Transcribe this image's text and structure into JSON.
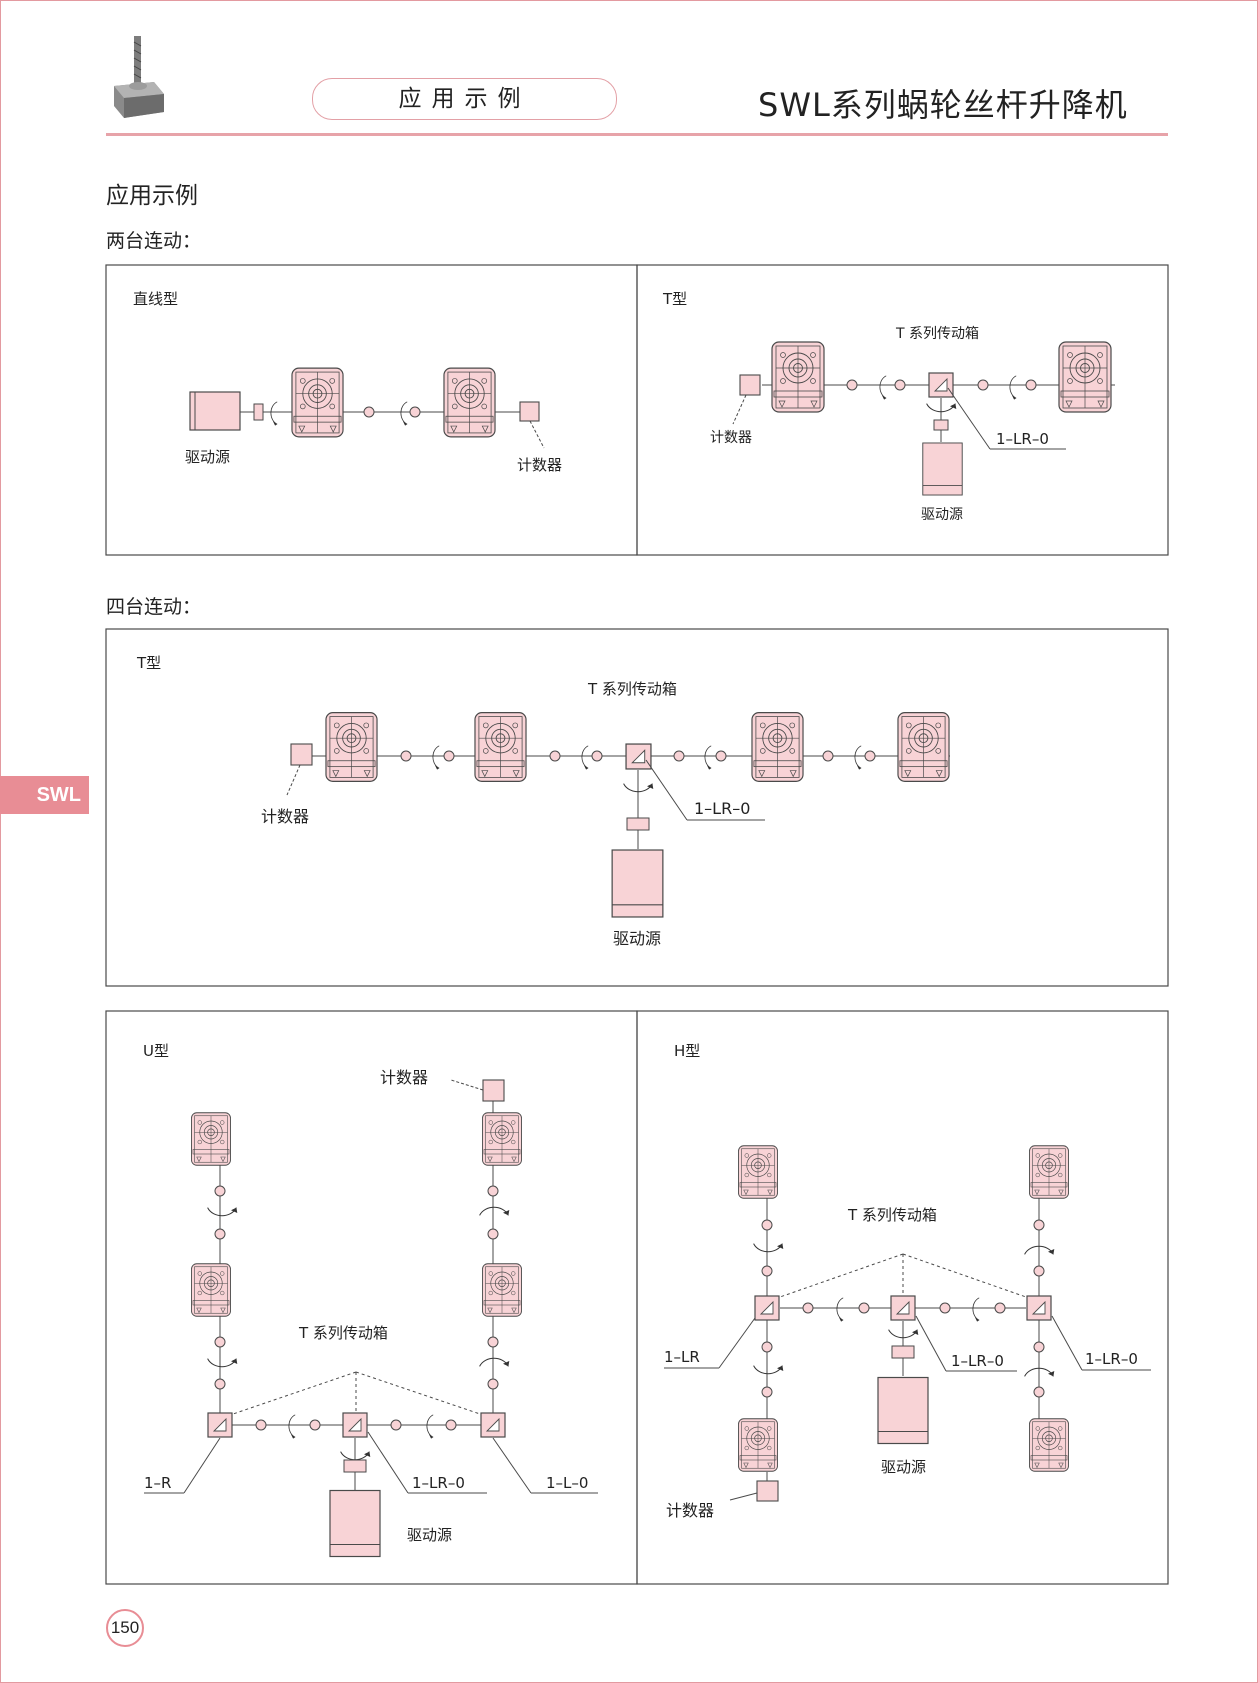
{
  "header": {
    "pill_label": "应用示例",
    "title": "SWL系列蜗轮丝杆升降机"
  },
  "section_title": "应用示例",
  "side_tab": "SWL",
  "page_number": "150",
  "colors": {
    "accent": "#e88d95",
    "fill": "#f8d3d6",
    "line": "#4a4a4a"
  },
  "two_units": {
    "title": "两台连动：",
    "linear": {
      "label": "直线型",
      "drive": "驱动源",
      "counter": "计数器"
    },
    "t_type": {
      "label": "T型",
      "gearbox": "T 系列传动箱",
      "counter": "计数器",
      "code": "1–LR–0",
      "drive": "驱动源"
    }
  },
  "four_units": {
    "title": "四台连动：",
    "t_type": {
      "label": "T型",
      "gearbox": "T 系列传动箱",
      "counter": "计数器",
      "code": "1–LR–0",
      "drive": "驱动源"
    },
    "u_type": {
      "label": "U型",
      "counter": "计数器",
      "gearbox": "T 系列传动箱",
      "code_left": "1–R",
      "code_mid": "1–LR–0",
      "code_right": "1–L–0",
      "drive": "驱动源"
    },
    "h_type": {
      "label": "H型",
      "gearbox": "T 系列传动箱",
      "code_left": "1–LR",
      "code_mid": "1–LR–0",
      "code_right": "1–LR–0",
      "drive": "驱动源",
      "counter": "计数器"
    }
  }
}
